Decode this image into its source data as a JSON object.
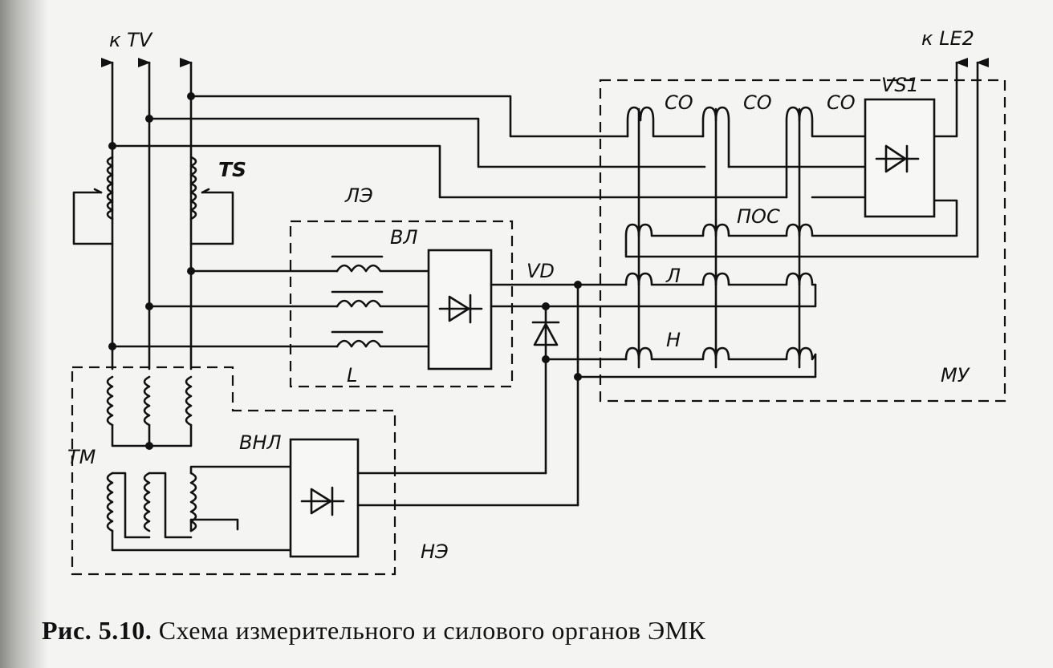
{
  "diagram": {
    "labels": {
      "k_tv": "к TV",
      "k_le2": "к LE2",
      "ts": "TS",
      "le": "ЛЭ",
      "vl": "ВЛ",
      "l": "L",
      "vd": "VD",
      "vs1": "VS1",
      "co1": "СО",
      "co2": "СО",
      "co3": "СО",
      "pos": "ПОС",
      "lw": "Л",
      "hw": "Н",
      "mu": "МУ",
      "tm": "ТМ",
      "vnl": "ВНЛ",
      "ne": "НЭ"
    }
  },
  "caption": {
    "lead": "Рис. 5.10.",
    "text": "Схема измерительного и силового органов ЭМК"
  }
}
